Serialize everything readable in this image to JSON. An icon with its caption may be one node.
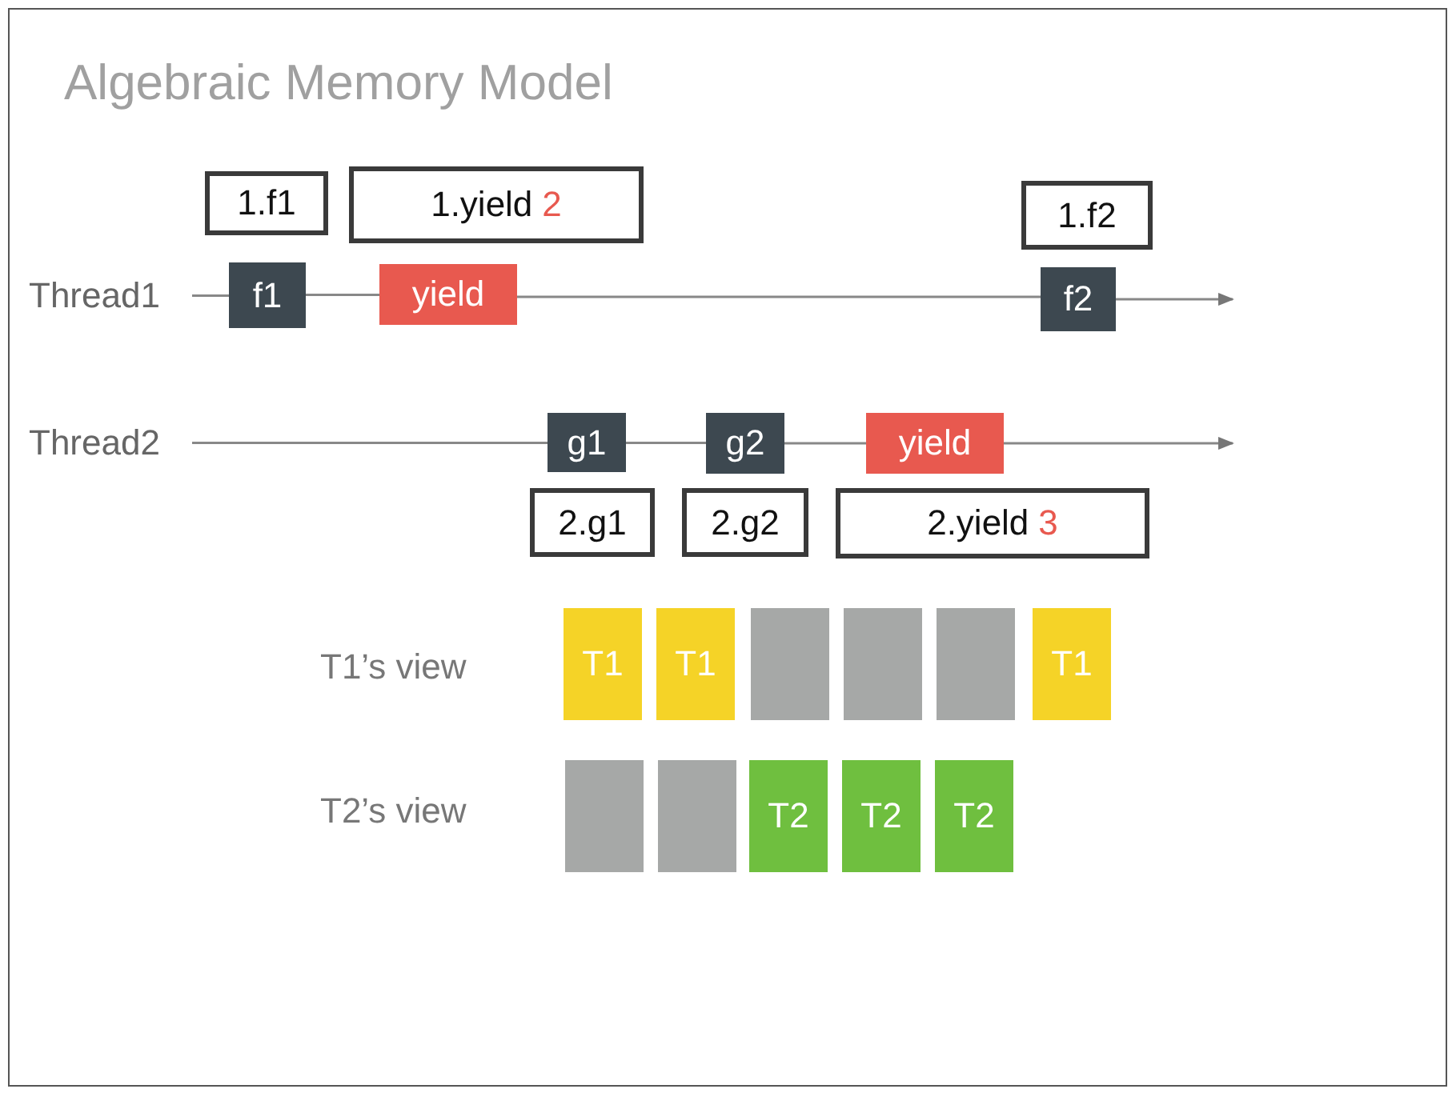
{
  "diagram": {
    "title": "Algebraic Memory Model",
    "nodes": [
      {
        "text": [
          "Thread1"
        ]
      },
      {
        "text": [
          "f1"
        ]
      },
      {
        "text": [
          "yield"
        ]
      },
      {
        "text": [
          "f2"
        ]
      },
      {
        "text": [
          "1.f1"
        ]
      },
      {
        "text": [
          "1.yield",
          "2"
        ]
      },
      {
        "text": [
          "1.f2"
        ]
      },
      {
        "text": [
          "Thread2"
        ]
      },
      {
        "text": [
          "g1"
        ]
      },
      {
        "text": [
          "g2"
        ]
      },
      {
        "text": [
          "yield"
        ]
      },
      {
        "text": [
          "2.g1"
        ]
      },
      {
        "text": [
          "2.g2"
        ]
      },
      {
        "text": [
          "2.yield",
          "3"
        ]
      },
      {
        "text": [
          "T1"
        ]
      },
      {
        "text": [
          "T1"
        ]
      },
      {
        "text": [],
        "shape": "box"
      },
      {
        "text": [],
        "shape": "box"
      },
      {
        "text": [],
        "shape": "box"
      },
      {
        "text": [
          "T1"
        ]
      },
      {
        "text": [],
        "shape": "box"
      },
      {
        "text": [],
        "shape": "box"
      },
      {
        "text": [
          "T2"
        ]
      },
      {
        "text": [
          "T2"
        ]
      },
      {
        "text": [
          "T2"
        ]
      }
    ],
    "edges": [
      {
        "from": 0,
        "to": 1,
        "arrow": "none"
      },
      {
        "from": 1,
        "to": 2,
        "arrow": "none"
      },
      {
        "from": 2,
        "to": 3,
        "arrow": "none"
      },
      {
        "from": 3,
        "to": null,
        "arrow": "to"
      },
      {
        "from": 7,
        "to": 8,
        "arrow": "none"
      },
      {
        "from": 8,
        "to": 9,
        "arrow": "none"
      },
      {
        "from": 9,
        "to": 10,
        "arrow": "none"
      },
      {
        "from": 10,
        "to": null,
        "arrow": "to"
      }
    ],
    "labels": [
      "T1’s view",
      "T2’s view"
    ]
  }
}
